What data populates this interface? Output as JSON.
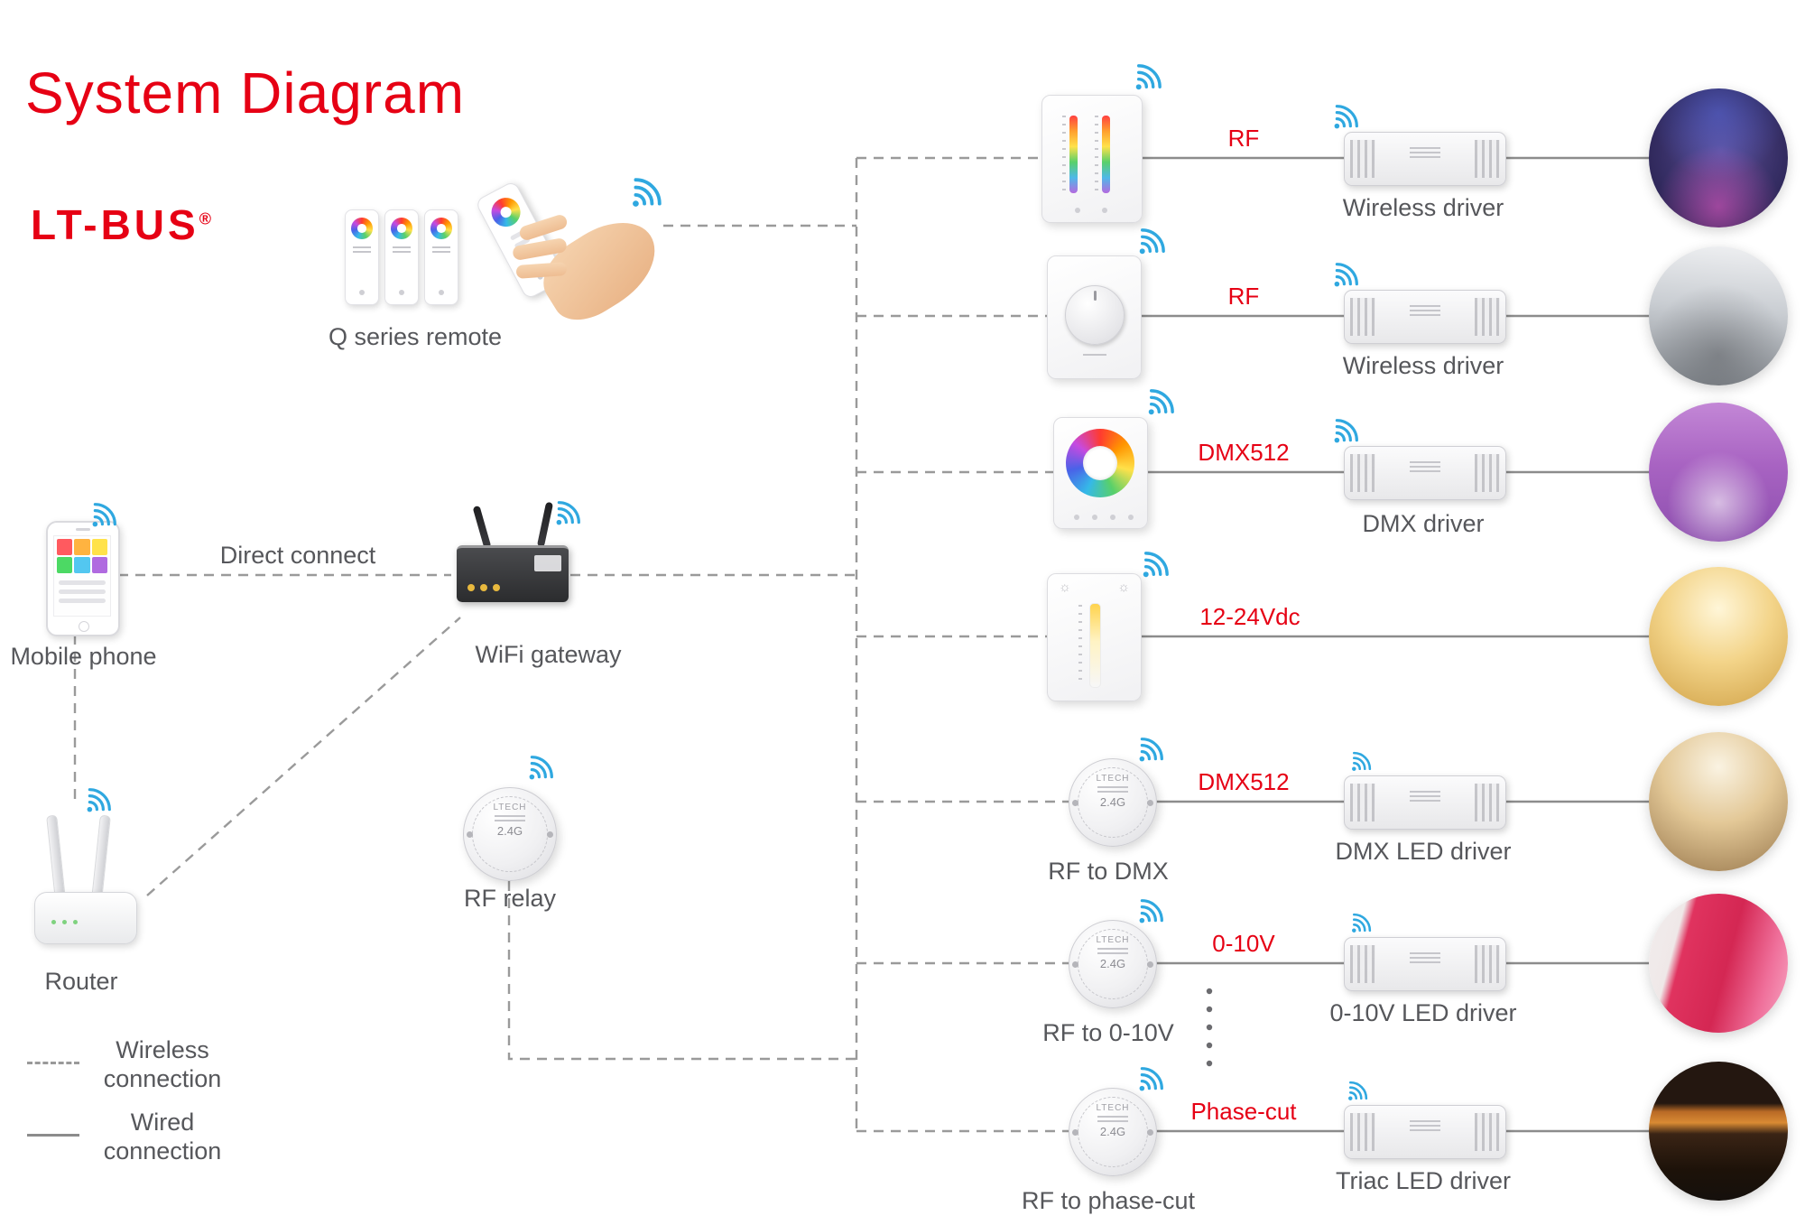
{
  "title": "System Diagram",
  "brand": {
    "name": "LT-BUS",
    "reg": "®"
  },
  "left_devices": {
    "remote_label": "Q series remote",
    "mobile_label": "Mobile phone",
    "direct_connect_label": "Direct connect",
    "gateway_label": "WiFi gateway",
    "relay_label": "RF relay",
    "router_label": "Router"
  },
  "legend": {
    "wireless_line1": "Wireless",
    "wireless_line2": "connection",
    "wired_line1": "Wired",
    "wired_line2": "connection"
  },
  "device_text": {
    "converter_brand": "LTECH",
    "converter_band": "2.4G",
    "sun_icon": "☼"
  },
  "rows": [
    {
      "protocol": "RF",
      "driver": "Wireless driver"
    },
    {
      "protocol": "RF",
      "driver": "Wireless driver"
    },
    {
      "protocol": "DMX512",
      "driver": "DMX driver"
    },
    {
      "protocol": "12-24Vdc",
      "driver": ""
    },
    {
      "protocol": "DMX512",
      "driver": "DMX LED driver",
      "source": "RF to DMX"
    },
    {
      "protocol": "0-10V",
      "driver": "0-10V LED driver",
      "source": "RF to 0-10V"
    },
    {
      "protocol": "Phase-cut",
      "driver": "Triac LED driver",
      "source": "RF to phase-cut"
    }
  ],
  "colors": {
    "accent_red": "#e60014",
    "wifi_blue": "#2fa8e0",
    "label_gray": "#56575b"
  }
}
